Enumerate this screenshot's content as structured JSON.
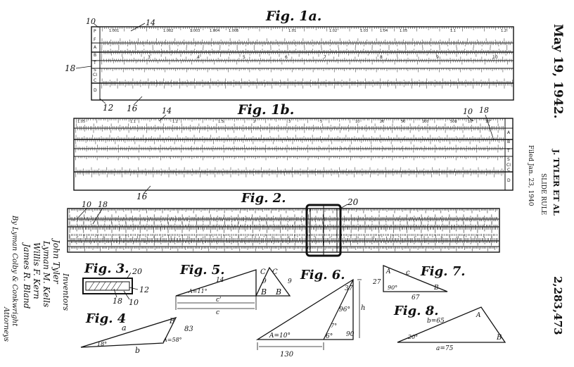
{
  "header": {
    "date": "May 19, 1942.",
    "inventor": "J. TYLER ET AL",
    "title": "SLIDE RULE",
    "filed": "Filed Jan. 23, 1940",
    "patent_number": "2,283,473"
  },
  "signature": {
    "inventors_label": "Inventors",
    "names": [
      "John Tyler",
      "Lyman M. Kells",
      "Willis F. Kern",
      "James R. Bland"
    ],
    "by_line": "By Lyman Colby & Conkwright",
    "attorneys_label": "Attorneys"
  },
  "fig1a": {
    "title": "Fig. 1a.",
    "scale_labels": [
      "P",
      "F",
      "A",
      "B",
      "T",
      "S",
      "CI",
      "C",
      "D"
    ],
    "top_numbers": [
      "1.001",
      "1.002",
      "1.003",
      "1.004",
      "1.005",
      "1.01",
      "1.02",
      "1.03",
      "1.04",
      "1.05",
      "1.1",
      "1.2"
    ],
    "b_numbers": [
      "3",
      "4",
      "5",
      "6",
      "7",
      "8",
      "9",
      "10"
    ],
    "refs": [
      "10",
      "14",
      "18",
      "12",
      "16"
    ]
  },
  "fig1b": {
    "title": "Fig. 1b.",
    "scale_labels": [
      "A",
      "B",
      "T",
      "S",
      "CI",
      "C",
      "D"
    ],
    "top_numbers": [
      "1.05",
      "1.1",
      "1.2",
      "1.5",
      "2",
      "3",
      "5",
      "10",
      "20",
      "50",
      "100",
      "500",
      "10³",
      "10⁵"
    ],
    "refs": [
      "10",
      "18",
      "14",
      "16"
    ]
  },
  "fig2": {
    "title": "Fig. 2.",
    "refs": [
      "10",
      "18",
      "20"
    ]
  },
  "fig3": {
    "title": "Fig. 3.",
    "refs": [
      "20",
      "12",
      "18",
      "10"
    ]
  },
  "fig4": {
    "title": "Fig. 4",
    "labels": [
      "a",
      "b",
      "B",
      "83",
      "18°",
      "A=58°"
    ]
  },
  "fig5": {
    "title": "Fig. 5.",
    "labels": [
      "14",
      "A=11°",
      "C",
      "C",
      "9",
      "9",
      "B",
      "B",
      "c'",
      "c"
    ]
  },
  "fig6": {
    "title": "Fig. 6.",
    "labels": [
      "37",
      "96°",
      "h",
      "7°",
      "6°",
      "90",
      "A=10°",
      "130"
    ]
  },
  "fig7": {
    "title": "Fig. 7.",
    "labels": [
      "A",
      "c",
      "27",
      "90°",
      "67",
      "B"
    ]
  },
  "fig8": {
    "title": "Fig. 8.",
    "labels": [
      "b=65",
      "A",
      "20°",
      "a=75",
      "B"
    ]
  }
}
